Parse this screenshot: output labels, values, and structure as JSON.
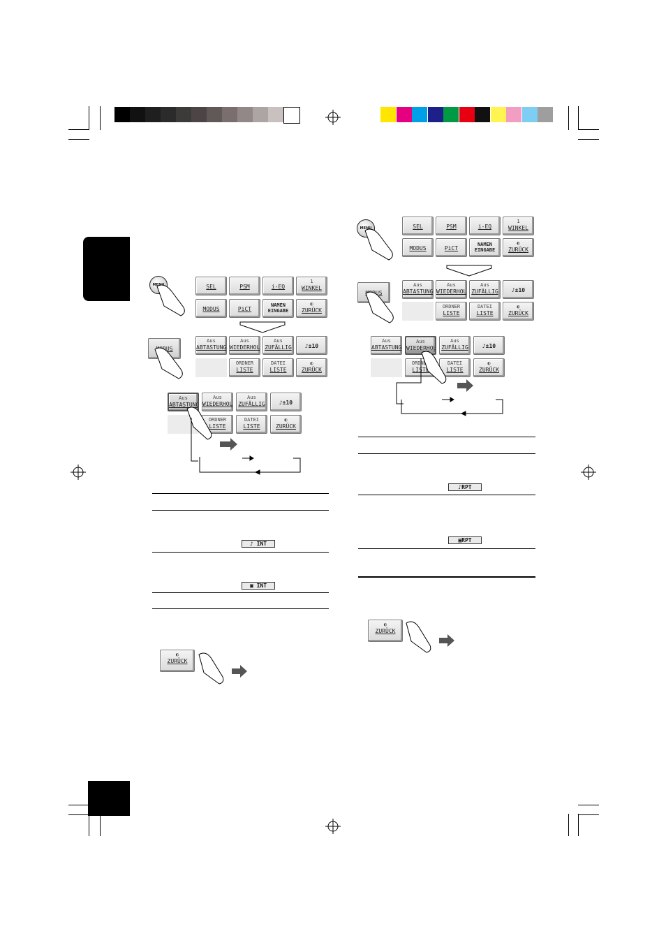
{
  "colors": {
    "gray_bar": [
      "#000000",
      "#111111",
      "#1f1f1f",
      "#2b2b2b",
      "#3d3a3a",
      "#4d4545",
      "#615858",
      "#7a6e6e",
      "#938888",
      "#ada4a4",
      "#c9c0c0",
      "#ffffff"
    ],
    "color_bar": [
      "#ffe600",
      "#e4007f",
      "#00a0e9",
      "#1d2088",
      "#009944",
      "#e60012",
      "#111111",
      "#fff450",
      "#f19ec2",
      "#7ecef4",
      "#9e9e9e"
    ]
  },
  "icons": [
    "registration-mark-icon",
    "finger-press-icon",
    "arrow-right-icon",
    "down-arrow-icon"
  ],
  "menu_label": "MENU",
  "menu_grid": {
    "row1": [
      {
        "main": "SEL"
      },
      {
        "main": "PSM"
      },
      {
        "main": "i-EQ"
      },
      {
        "top": "1",
        "main": "WINKEL"
      }
    ],
    "row2": [
      {
        "main": "MODUS"
      },
      {
        "main": "PiCT"
      },
      {
        "top": "NAMEN",
        "main": "EINGABE"
      },
      {
        "main": "ZURÜCK"
      }
    ]
  },
  "modus_button": "MODUS",
  "modus_grid": {
    "row1": [
      {
        "top": "Aus",
        "main": "ABTASTUNG"
      },
      {
        "top": "Aus",
        "main": "WIEDERHOL"
      },
      {
        "top": "Aus",
        "main": "ZUFÄLLIG"
      },
      {
        "main": "♪±10"
      }
    ],
    "row2": [
      {
        "top": "ORDNER",
        "main": "LISTE"
      },
      {
        "top": "DATEI",
        "main": "LISTE"
      },
      {
        "main": "ZURÜCK"
      }
    ]
  },
  "indicators": {
    "track_int": "♪ INT",
    "folder_int": "▣ INT",
    "track_rpt": "♪RPT",
    "folder_rpt": "▣RPT"
  },
  "zurueck_label": "ZURÜCK"
}
